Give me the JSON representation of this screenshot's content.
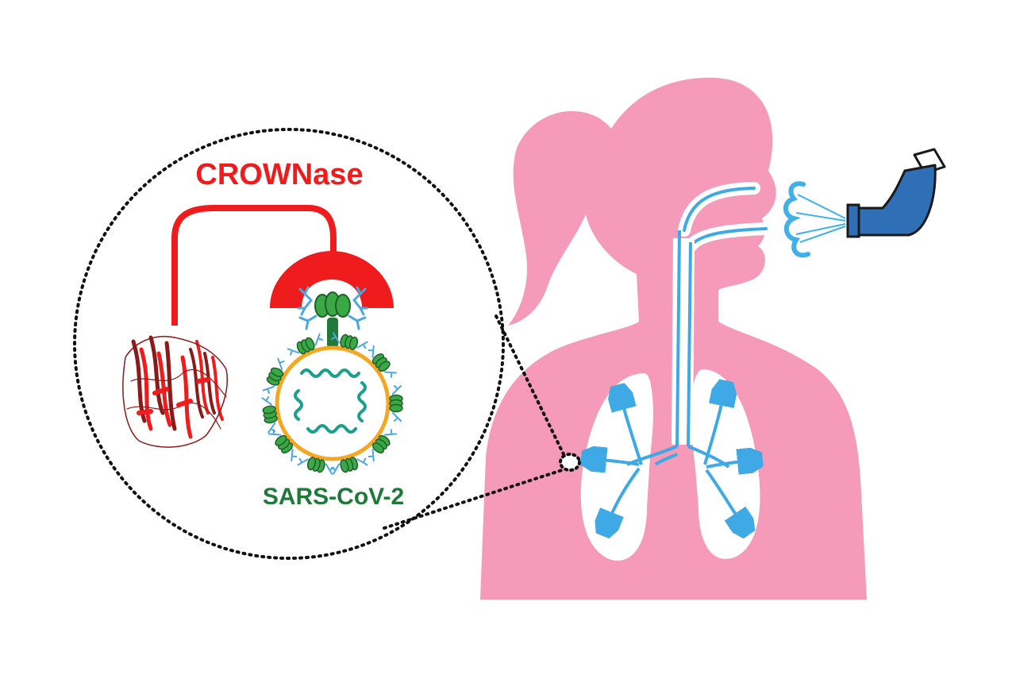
{
  "labels": {
    "protein_name": "CROWNase",
    "virus_name": "SARS-CoV-2"
  },
  "colors": {
    "background": "#ffffff",
    "silhouette": "#f59ab8",
    "airway": "#ffffff",
    "airway_line": "#3fa9e6",
    "crownase_red": "#ee1c1c",
    "virus_green": "#1f7a3a",
    "spike_green": "#3aa845",
    "envelope_orange": "#f5a623",
    "rna_teal": "#18a08a",
    "receptor_blue": "#4aa8de",
    "inhaler_blue": "#2f6fb5",
    "spray_blue": "#3fb0ea",
    "protein_dark_red": "#8b1a1a",
    "zoom_outline": "#111111"
  },
  "icons": {
    "inhaler": "inhaler-icon",
    "person": "person-silhouette",
    "virus": "virus-particle",
    "protein": "protein-structure"
  }
}
